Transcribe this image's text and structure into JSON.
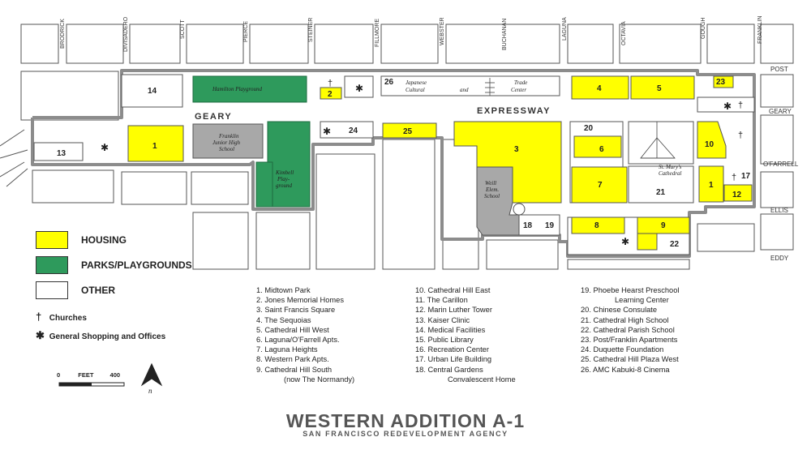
{
  "colors": {
    "housing": "#ffff00",
    "parks": "#2e9a5c",
    "other": "#ffffff",
    "school": "#a8a8a8",
    "boundary": "#8c8c8c"
  },
  "streets": {
    "vertical": [
      "BRODRICK",
      "DIVISADERO",
      "SCOTT",
      "PIERCE",
      "STEINER",
      "FILLMORE",
      "WEBSTER",
      "BUCHANAN",
      "LAGUNA",
      "OCTAVIA",
      "GOUGH",
      "FRANKLIN"
    ],
    "horizontal": {
      "post": "POST",
      "geary_right": "GEARY",
      "ofarrell": "O'FARRELL",
      "ellis": "ELLIS",
      "eddy": "EDDY"
    },
    "geary_left": "GEARY",
    "expressway": "EXPRESSWAY"
  },
  "map_labels": {
    "hamilton": "Hamilton Playground",
    "franklin": [
      "Franklin",
      "Junior High",
      "School"
    ],
    "kimbell": [
      "Kimbell",
      "Play-",
      "ground"
    ],
    "japanese": [
      "Japanese",
      "Cultural"
    ],
    "and": "and",
    "trade": [
      "Trade",
      "Center"
    ],
    "weill": [
      "Weill",
      "Elem.",
      "School"
    ],
    "stmarys": [
      "St. Mary's",
      "Cathedral"
    ]
  },
  "parcels": {
    "p1w": "1",
    "p2": "2",
    "p3": "3",
    "p4": "4",
    "p5": "5",
    "p6": "6",
    "p7": "7",
    "p8": "8",
    "p9": "9",
    "p10": "10",
    "p1e": "1",
    "p12": "12",
    "p13": "13",
    "p14": "14",
    "p17": "17",
    "p18": "18",
    "p19": "19",
    "p20": "20",
    "p21": "21",
    "p22": "22",
    "p23": "23",
    "p24": "24",
    "p25": "25",
    "p26": "26"
  },
  "legend": {
    "housing": "HOUSING",
    "parks": "PARKS/PLAYGROUNDS",
    "other": "OTHER",
    "churches": "Churches",
    "shopping": "General Shopping and Offices",
    "church_symbol": "†",
    "shop_symbol": "✱"
  },
  "scale": {
    "zero": "0",
    "feet": "FEET",
    "max": "400",
    "north": "n"
  },
  "list": {
    "col1": [
      "1.  Midtown Park",
      "2.  Jones Memorial Homes",
      "3.  Saint Francis Square",
      "4.  The Sequoias",
      "5.  Cathedral Hill West",
      "6.  Laguna/O'Farrell Apts.",
      "7.  Laguna Heights",
      "8.  Western Park Apts.",
      "9.  Cathedral Hill South",
      "(now The Normandy)"
    ],
    "col2": [
      "10.  Cathedral Hill East",
      "11.  The Carillon",
      "12.  Marin Luther Tower",
      "13.  Kaiser Clinic",
      "14.  Medical Facilities",
      "15.  Public Library",
      "16.  Recreation Center",
      "17.  Urban Life Building",
      "18.  Central Gardens",
      "Convalescent Home"
    ],
    "col3": [
      "19.  Phoebe Hearst Preschool",
      "Learning Center",
      "20.  Chinese Consulate",
      "21.  Cathedral High School",
      "22.  Cathedral Parish School",
      "23.  Post/Franklin Apartments",
      "24.  Duquette Foundation",
      "25.  Cathedral Hill Plaza West",
      "26.  AMC Kabuki-8 Cinema"
    ]
  },
  "title": "WESTERN ADDITION A-1",
  "subtitle": "SAN FRANCISCO REDEVELOPMENT AGENCY"
}
